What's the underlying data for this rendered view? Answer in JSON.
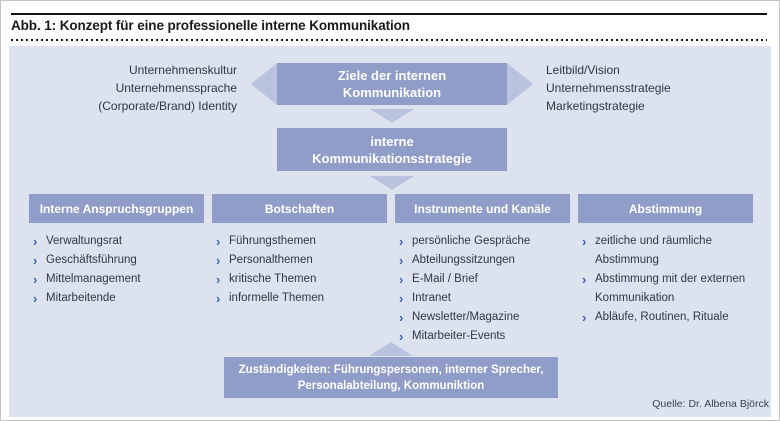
{
  "figure": {
    "title": "Abb. 1: Konzept für eine professionelle interne Kommunikation",
    "source": "Quelle: Dr. Albena Björck"
  },
  "colors": {
    "panel_bg": "#dce3ef",
    "box_fill": "#8f9dc8",
    "arrow_fill": "#b9c3df",
    "box_text": "#ffffff",
    "body_text": "#2e3744",
    "chevron": "#3c63ae",
    "title_text": "#1a1a1a"
  },
  "icons": {
    "bullet": "›"
  },
  "diagram": {
    "left_context": [
      "Unternehmenskultur",
      "Unternehmenssprache",
      "(Corporate/Brand) Identity"
    ],
    "right_context": [
      "Leitbild/Vision",
      "Unternehmensstrategie",
      "Marketingstrategie"
    ],
    "top_box": {
      "line1": "Ziele der internen",
      "line2": "Kommunikation"
    },
    "strategy_box": {
      "line1": "interne",
      "line2": "Kommunikationsstrategie"
    },
    "columns": [
      {
        "header": "Interne Anspruchsgruppen",
        "items": [
          "Verwaltungsrat",
          "Geschäftsführung",
          "Mittelmanagement",
          "Mitarbeitende"
        ]
      },
      {
        "header": "Botschaften",
        "items": [
          "Führungsthemen",
          "Personalthemen",
          "kritische Themen",
          "informelle Themen"
        ]
      },
      {
        "header": "Instrumente und Kanäle",
        "items": [
          "persönliche Gespräche",
          "Abteilungssitzungen",
          "E-Mail / Brief",
          "Intranet",
          "Newsletter/Magazine",
          "Mitarbeiter-Events"
        ]
      },
      {
        "header": "Abstimmung",
        "items": [
          "zeitliche und räumliche\nAbstimmung",
          "Abstimmung mit der externen\nKommunikation",
          "Abläufe, Routinen, Rituale"
        ]
      }
    ],
    "bottom_box": {
      "line1": "Zuständigkeiten: Führungspersonen, interner Sprecher,",
      "line2": "Personalabteilung, Kommuniktion"
    }
  }
}
